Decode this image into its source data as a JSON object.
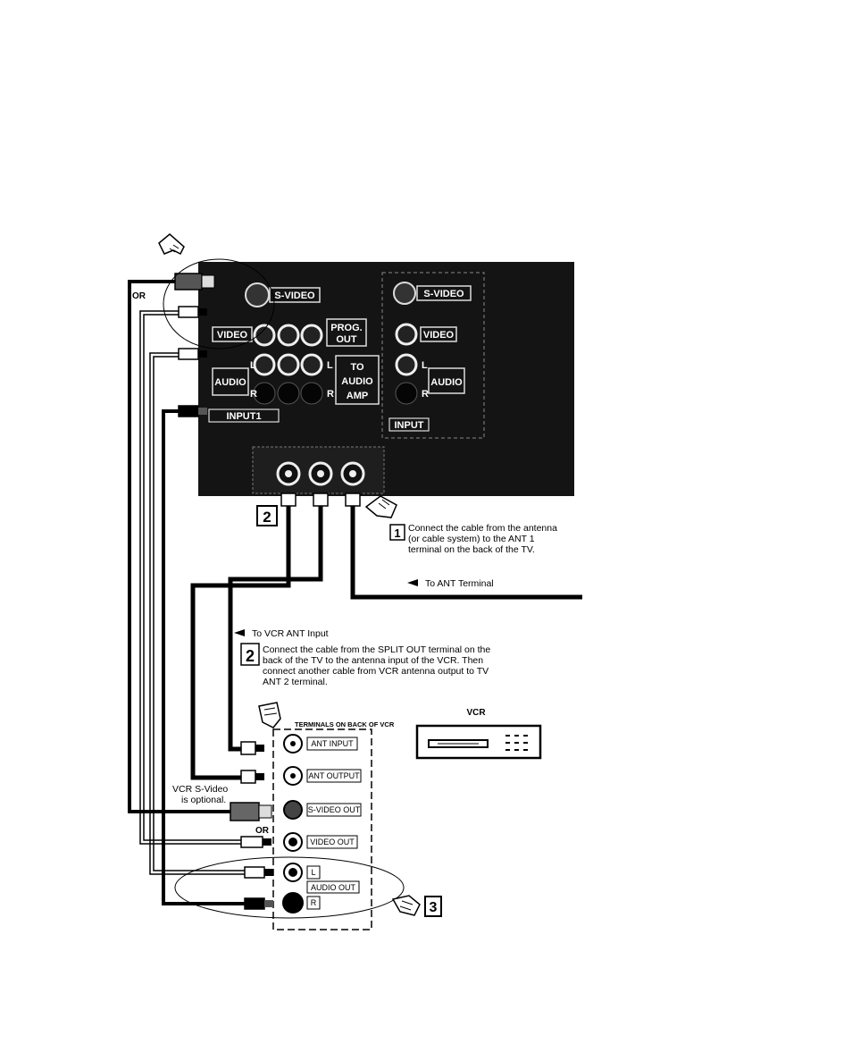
{
  "tv_panel": {
    "svideo_label": "S-VIDEO",
    "video_label": "VIDEO",
    "prog_out_label_1": "PROG.",
    "prog_out_label_2": "OUT",
    "audio_label": "AUDIO",
    "audio_l": "L",
    "audio_r": "R",
    "to_audio_amp_1": "TO",
    "to_audio_amp_2": "AUDIO",
    "to_audio_amp_3": "AMP",
    "input1_label": "INPUT1",
    "input2_svideo_label": "S-VIDEO",
    "input2_video_label": "VIDEO",
    "input2_audio_label": "AUDIO",
    "input2_l": "L",
    "input2_r": "R",
    "input2_label": "INPUT"
  },
  "left_or_label": "OR",
  "steps": {
    "step1_number": "1",
    "step1_text_lines": [
      "Connect the cable from the antenna",
      "(or cable system) to the ANT 1",
      "terminal on the back of the TV."
    ],
    "to_ant_terminal": "To ANT Terminal",
    "to_vcr_ant_input": "To VCR ANT Input",
    "step2_number": "2",
    "step2_text_lines": [
      "Connect the cable from the SPLIT OUT terminal on the",
      "back of the TV to the antenna input of the VCR. Then",
      "connect another cable from VCR antenna output to TV",
      "ANT 2 terminal."
    ],
    "step3_number": "3"
  },
  "vcr": {
    "title": "VCR",
    "terminals_title": "TERMINALS ON BACK OF VCR",
    "ant_input": "ANT INPUT",
    "ant_output": "ANT OUTPUT",
    "svideo_out": "S-VIDEO OUT",
    "video_out": "VIDEO OUT",
    "audio_l": "L",
    "audio_out": "AUDIO OUT",
    "audio_r": "R",
    "svideo_optional_1": "VCR S-Video",
    "svideo_optional_2": "is optional.",
    "or_label": "OR"
  },
  "colors": {
    "panel": "#141414",
    "cable": "#000000",
    "paper": "#ffffff"
  }
}
